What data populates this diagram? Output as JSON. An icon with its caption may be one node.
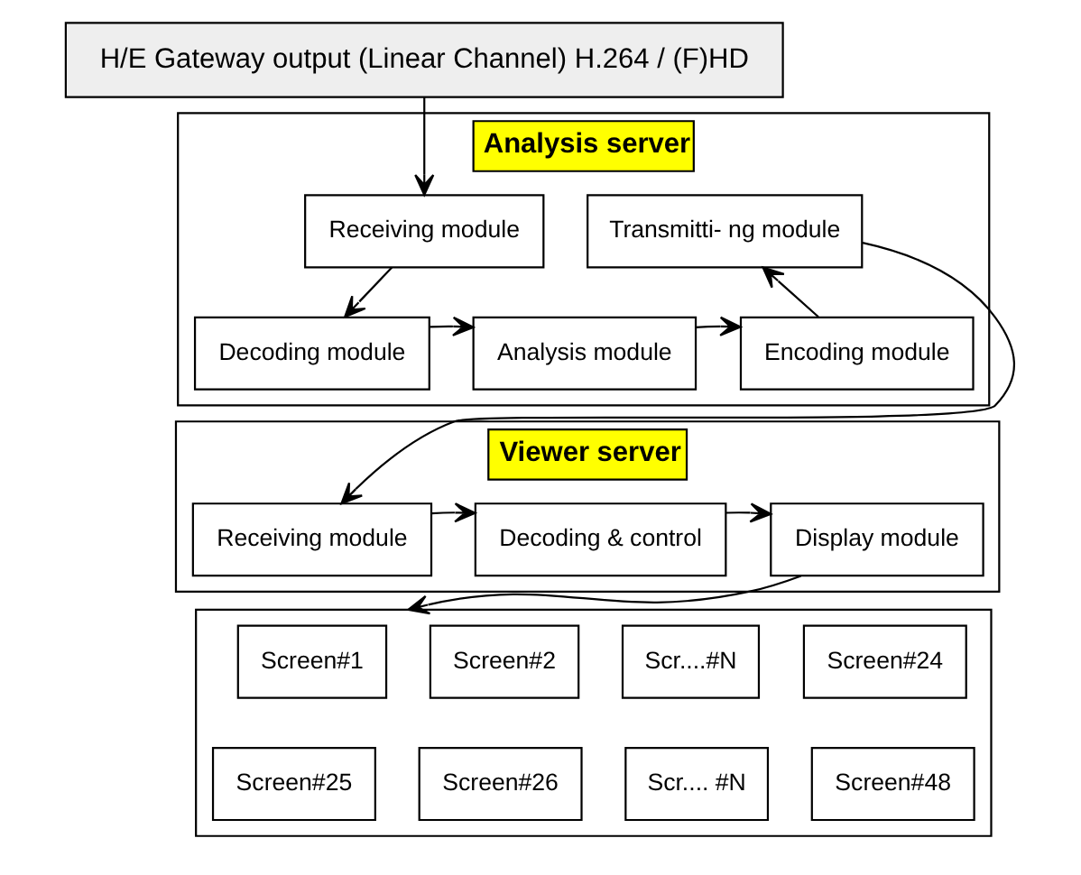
{
  "diagram": {
    "nodes": [
      {
        "text": [
          "H/E Gateway output (Linear Channel) H.264 / (F)HD"
        ]
      },
      {
        "text": [
          "Analysis server"
        ]
      },
      {
        "text": [
          "Receiving module"
        ],
        "in": 1
      },
      {
        "text": [
          "Decoding module"
        ],
        "in": 1
      },
      {
        "text": [
          "Analysis module"
        ],
        "in": 1
      },
      {
        "text": [
          "Encoding module"
        ],
        "in": 1
      },
      {
        "text": [
          "Transmitti- ng module"
        ],
        "in": 1
      },
      {
        "text": [
          "Viewer server"
        ]
      },
      {
        "text": [
          "Receiving module"
        ],
        "in": 7
      },
      {
        "text": [
          "Decoding & control"
        ],
        "in": 7
      },
      {
        "text": [
          "Display module"
        ],
        "in": 7
      },
      {
        "text": [],
        "shape": "box"
      },
      {
        "text": [
          "Screen#1"
        ],
        "in": 11
      },
      {
        "text": [
          "Screen#2"
        ],
        "in": 11
      },
      {
        "text": [
          "Scr....#N"
        ],
        "in": 11
      },
      {
        "text": [
          "Screen#24"
        ],
        "in": 11
      },
      {
        "text": [
          "Screen#25"
        ],
        "in": 11
      },
      {
        "text": [
          "Screen#26"
        ],
        "in": 11
      },
      {
        "text": [
          "Scr.... #N"
        ],
        "in": 11
      },
      {
        "text": [
          "Screen#48"
        ],
        "in": 11
      }
    ],
    "edges": [
      {
        "from": 0,
        "to": 2,
        "arrow": "to"
      },
      {
        "from": 2,
        "to": 3,
        "arrow": "to"
      },
      {
        "from": 3,
        "to": 4,
        "arrow": "to"
      },
      {
        "from": 4,
        "to": 5,
        "arrow": "to"
      },
      {
        "from": 5,
        "to": 6,
        "arrow": "to"
      },
      {
        "from": 6,
        "to": 8,
        "arrow": "to"
      },
      {
        "from": 8,
        "to": 9,
        "arrow": "to"
      },
      {
        "from": 9,
        "to": 10,
        "arrow": "to"
      },
      {
        "from": 10,
        "to": 11,
        "arrow": "to"
      }
    ]
  }
}
